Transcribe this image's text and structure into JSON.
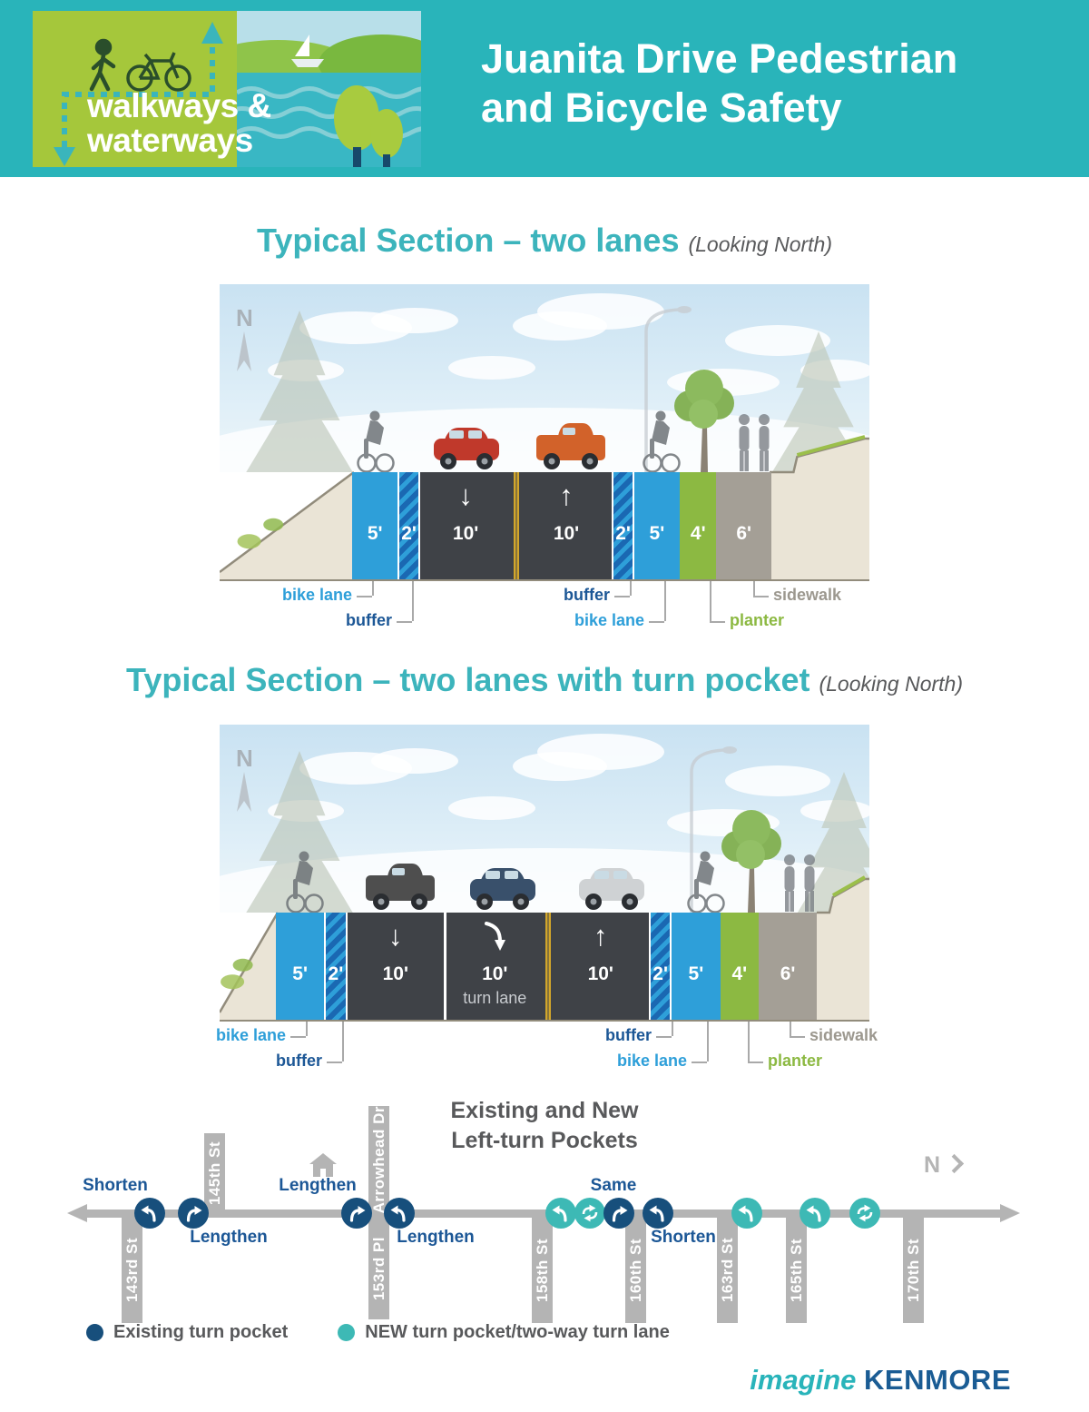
{
  "header": {
    "logo_line1": "walkways &",
    "logo_line2": "waterways",
    "title_line1": "Juanita Drive Pedestrian",
    "title_line2": "and Bicycle Safety"
  },
  "sections": [
    {
      "heading": "Typical Section – two lanes",
      "looking": "(Looking North)",
      "compass": "N",
      "bands": [
        {
          "type": "bike",
          "dim": "5'"
        },
        {
          "type": "buffer",
          "dim": "2'"
        },
        {
          "type": "lane",
          "dim": "10'",
          "arrow": "down"
        },
        {
          "type": "centerline"
        },
        {
          "type": "lane",
          "dim": "10'",
          "arrow": "up"
        },
        {
          "type": "buffer",
          "dim": "2'"
        },
        {
          "type": "bike",
          "dim": "5'"
        },
        {
          "type": "planter",
          "dim": "4'"
        },
        {
          "type": "sidewalk",
          "dim": "6'"
        }
      ]
    },
    {
      "heading": "Typical Section – two lanes with turn pocket",
      "looking": "(Looking North)",
      "compass": "N",
      "bands": [
        {
          "type": "bike",
          "dim": "5'"
        },
        {
          "type": "buffer",
          "dim": "2'"
        },
        {
          "type": "lane",
          "dim": "10'",
          "arrow": "down"
        },
        {
          "type": "sep"
        },
        {
          "type": "lane",
          "dim": "10'",
          "arrow": "turn",
          "sublabel": "turn lane"
        },
        {
          "type": "centerline"
        },
        {
          "type": "lane",
          "dim": "10'",
          "arrow": "up"
        },
        {
          "type": "buffer",
          "dim": "2'"
        },
        {
          "type": "bike",
          "dim": "5'"
        },
        {
          "type": "planter",
          "dim": "4'"
        },
        {
          "type": "sidewalk",
          "dim": "6'"
        }
      ]
    }
  ],
  "callout_labels": {
    "bike_lane": "bike lane",
    "buffer": "buffer",
    "planter": "planter",
    "sidewalk": "sidewalk"
  },
  "pockets_diagram": {
    "title_line1": "Existing and New",
    "title_line2": "Left-turn Pockets",
    "compass": "N",
    "streets": [
      {
        "name": "143rd St",
        "dir": "down"
      },
      {
        "name": "145th St",
        "dir": "up"
      },
      {
        "name": "Arrowhead Dr",
        "dir": "up"
      },
      {
        "name": "153rd Pl",
        "dir": "down"
      },
      {
        "name": "158th St",
        "dir": "down"
      },
      {
        "name": "160th St",
        "dir": "down"
      },
      {
        "name": "163rd St",
        "dir": "down"
      },
      {
        "name": "165th St",
        "dir": "down"
      },
      {
        "name": "170th St",
        "dir": "down"
      }
    ],
    "markers": [
      {
        "type": "existing",
        "arrow": "hook-left"
      },
      {
        "type": "existing",
        "arrow": "hook-up"
      },
      {
        "type": "existing",
        "arrow": "hook-up"
      },
      {
        "type": "existing",
        "arrow": "hook-left"
      },
      {
        "type": "new",
        "arrow": "hook-left"
      },
      {
        "type": "new",
        "arrow": "two-way"
      },
      {
        "type": "existing",
        "arrow": "hook-up"
      },
      {
        "type": "existing",
        "arrow": "hook-left"
      },
      {
        "type": "new",
        "arrow": "hook-left"
      },
      {
        "type": "new",
        "arrow": "hook-left"
      },
      {
        "type": "new",
        "arrow": "two-way"
      }
    ],
    "annotations": [
      {
        "text": "Shorten",
        "position": "above"
      },
      {
        "text": "Lengthen",
        "position": "below"
      },
      {
        "text": "Lengthen",
        "position": "above"
      },
      {
        "text": "Lengthen",
        "position": "below"
      },
      {
        "text": "Same",
        "position": "above"
      },
      {
        "text": "Shorten",
        "position": "below"
      }
    ]
  },
  "legend": [
    {
      "label": "Existing turn pocket",
      "type": "existing"
    },
    {
      "label": "NEW turn pocket/two-way turn lane",
      "type": "new"
    }
  ],
  "footer": {
    "imagine": "imagine",
    "kenmore": "KENMORE"
  },
  "colors": {
    "header_teal": "#29b4ba",
    "heading_teal": "#3cb4bc",
    "existing_navy": "#174f7c",
    "new_teal": "#3db9b5",
    "bike_blue": "#2e9fd9",
    "planter_green": "#8cb942",
    "sidewalk_gray": "#a49f96",
    "asphalt": "#3f4247",
    "note_navy": "#1c5796",
    "diagram_gray": "#b4b4b4"
  }
}
